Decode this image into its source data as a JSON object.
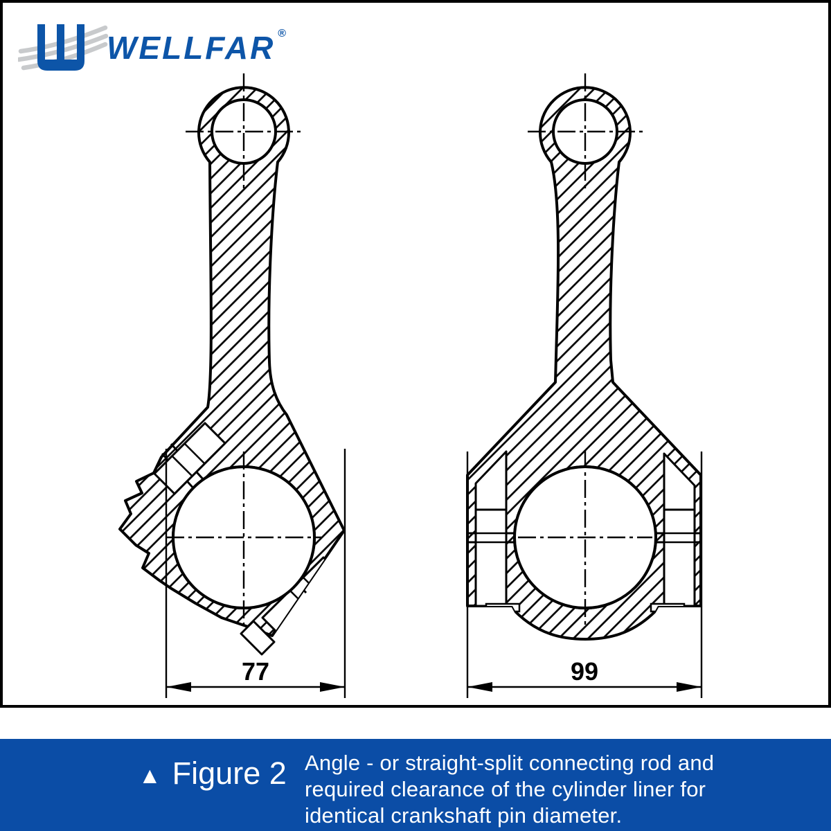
{
  "logo": {
    "brand": "WELLFAR",
    "registered_mark": "®"
  },
  "diagram": {
    "left_width_label": "77",
    "right_width_label": "99"
  },
  "figure": {
    "marker": "▲",
    "label": "Figure 2",
    "caption_lines": [
      "Angle - or straight-split connecting rod and",
      "required clearance of the cylinder liner for",
      "identical crankshaft pin diameter."
    ]
  },
  "colors": {
    "brand_blue": "#0d55a8",
    "band_blue": "#0b4da6",
    "swoosh_gray": "#c8cacc",
    "ink": "#000000"
  }
}
